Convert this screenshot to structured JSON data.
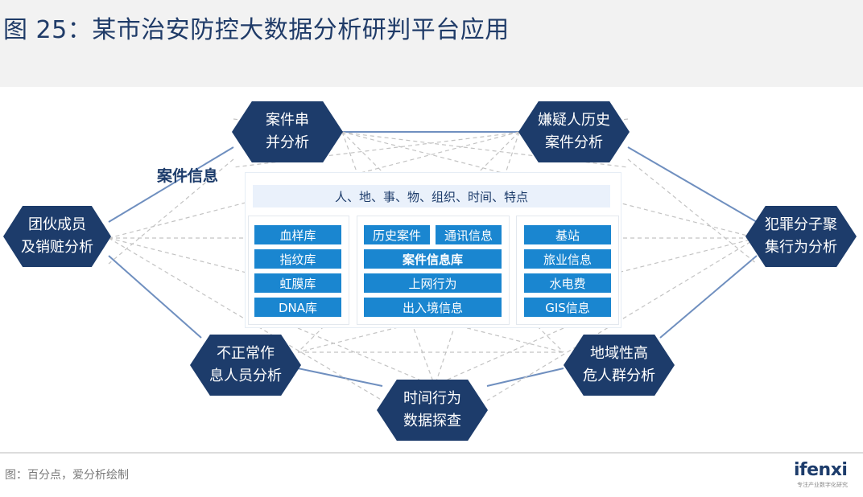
{
  "header": {
    "title": "图 25：某市治安防控大数据分析研判平台应用"
  },
  "nodes": {
    "top_left": "案件串\n并分析",
    "top_right": "嫌疑人历史\n案件分析",
    "mid_left": "团伙成员\n及销赃分析",
    "mid_right": "犯罪分子聚\n集行为分析",
    "bottom_left": "不正常作\n息人员分析",
    "bottom_right": "地域性高\n危人群分析",
    "bottom_center": "时间行为\n数据探查"
  },
  "center": {
    "title": "案件信息",
    "subtitle": "人、地、事、物、组织、时间、特点",
    "left_column": [
      "血样库",
      "指纹库",
      "虹膜库",
      "DNA库"
    ],
    "middle_column": {
      "row1": [
        "历史案件",
        "通讯信息"
      ],
      "row2": "案件信息库",
      "row3": "上网行为",
      "row4": "出入境信息"
    },
    "right_column": [
      "基站",
      "旅业信息",
      "水电费",
      "GIS信息"
    ]
  },
  "footer": {
    "source": "图：百分点，爱分析绘制",
    "logo": "ifenxi",
    "logo_sub": "专注产业数字化研究"
  },
  "colors": {
    "hex_fill": "#1d3c6b",
    "cell_fill": "#1a86d0",
    "line": "#6f8fbf",
    "dashed": "#bfbfbf"
  }
}
